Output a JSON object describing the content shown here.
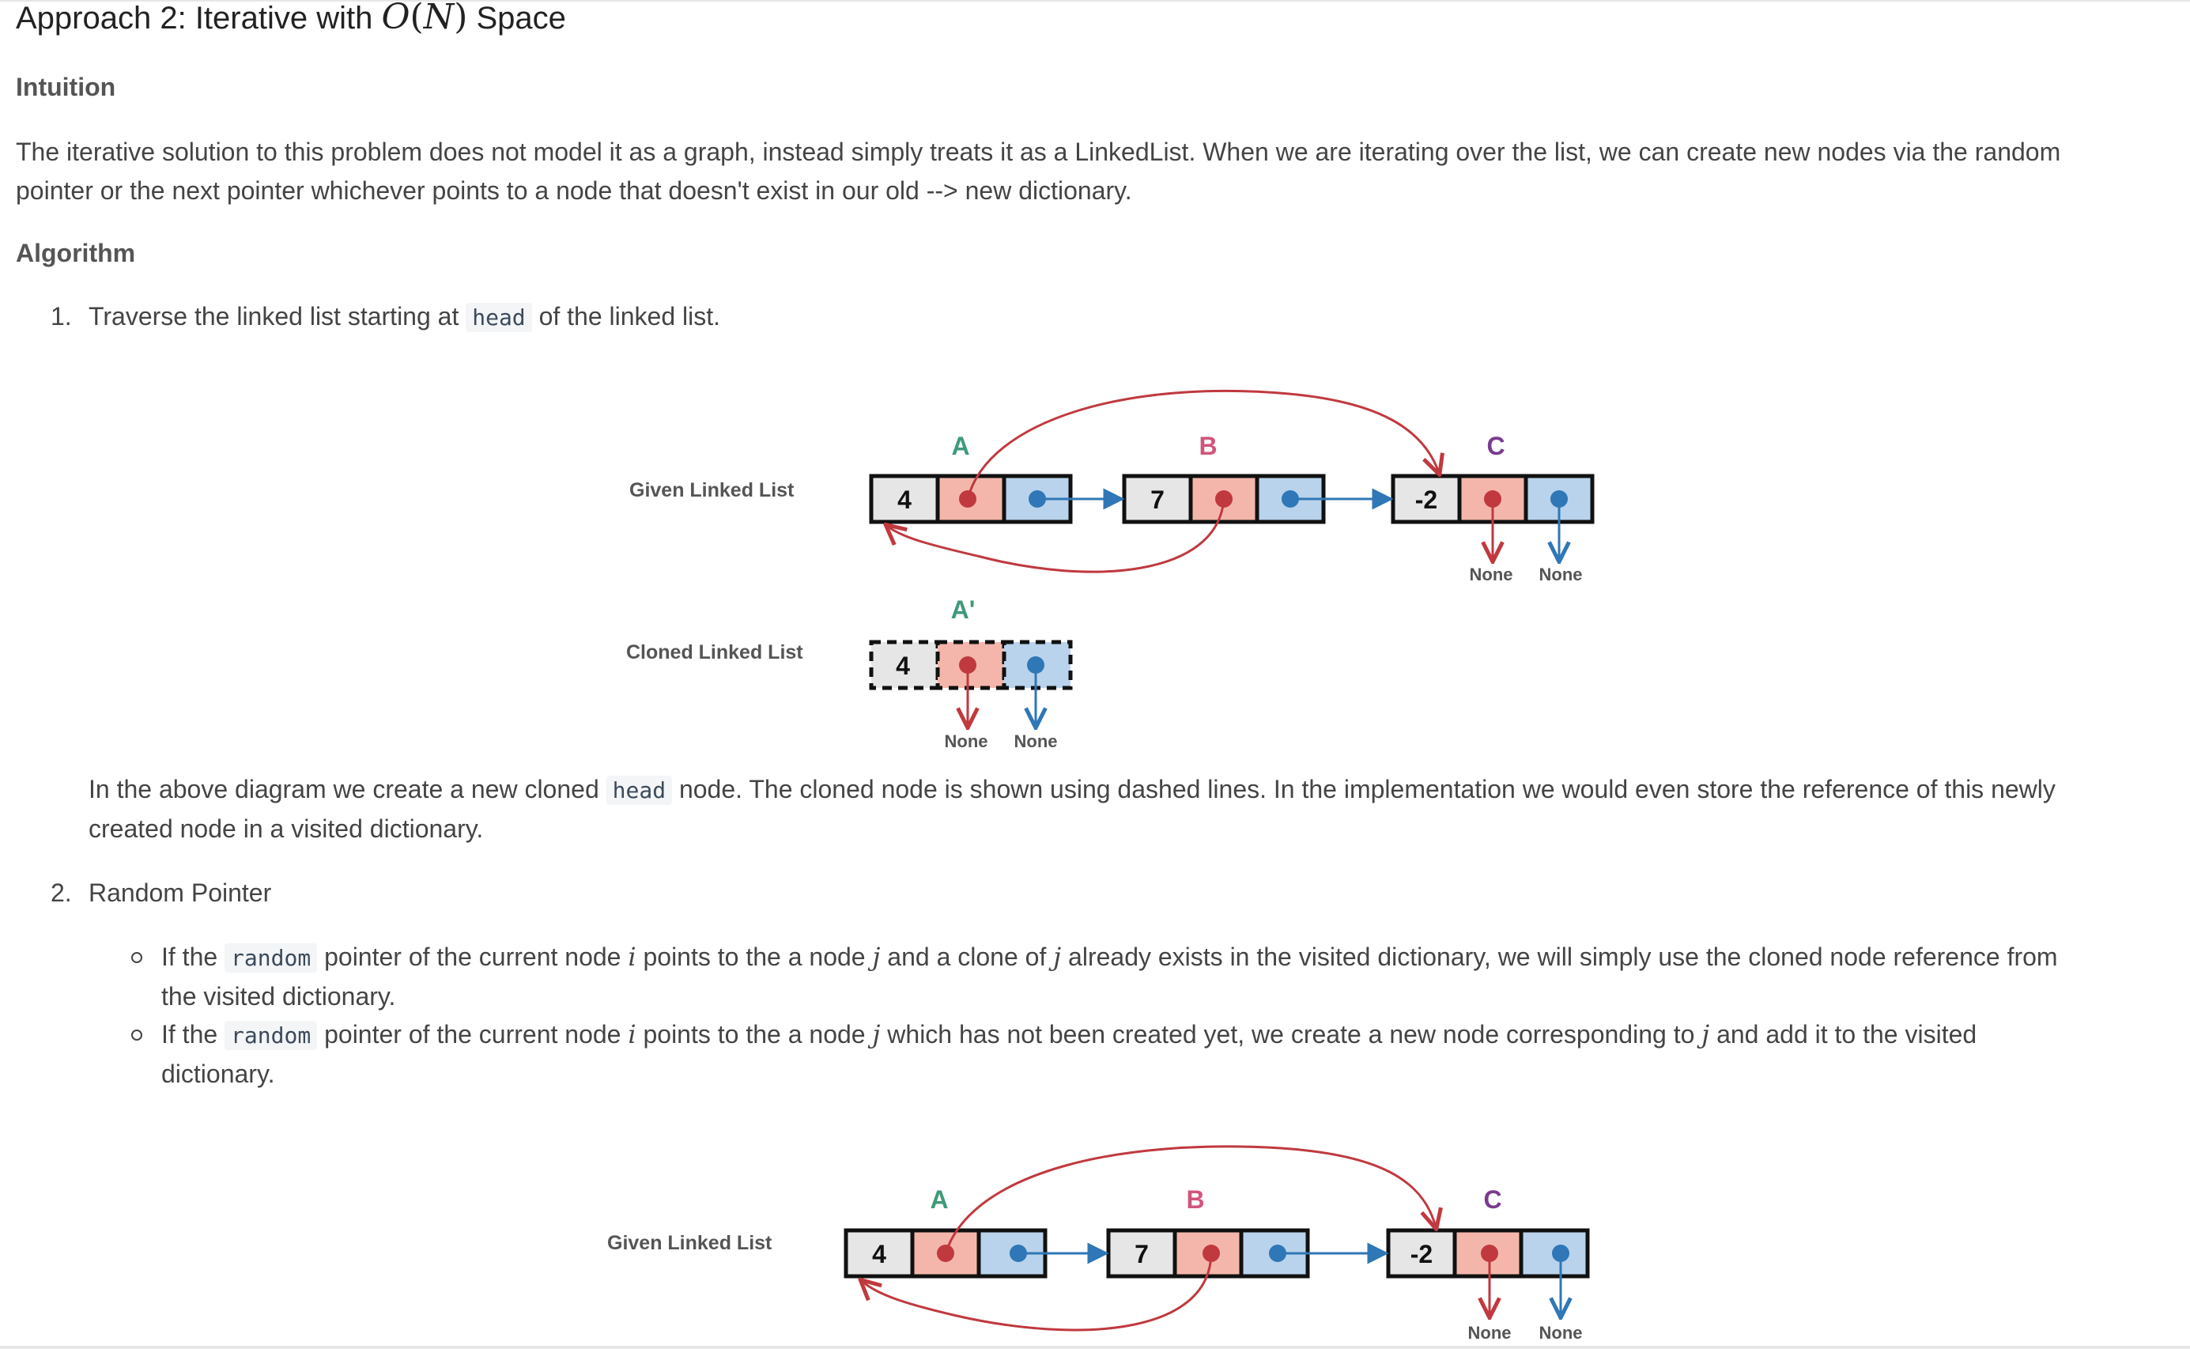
{
  "title": {
    "prefix": "Approach 2: Iterative with ",
    "math_O": "O",
    "math_open": "(",
    "math_N": "N",
    "math_close": ")",
    "suffix": " Space"
  },
  "intuition": {
    "heading": "Intuition",
    "line1": "The iterative solution to this problem does not model it as a graph, instead simply treats it as a LinkedList. When we are iterating over the list, we can create new nodes via the random",
    "line2": "pointer or the next pointer whichever points to a node that doesn't exist in our old --> new dictionary."
  },
  "algorithm": {
    "heading": "Algorithm",
    "step1": {
      "num": "1.",
      "before": "Traverse the linked list starting at ",
      "code": "head",
      "after": " of the linked list."
    },
    "caption1": {
      "line1_before": "In the above diagram we create a new cloned ",
      "line1_code": "head",
      "line1_after": " node. The cloned node is shown using dashed lines. In the implementation we would even store the reference of this newly",
      "line2": "created node in a visited dictionary."
    },
    "step2": {
      "num": "2.",
      "text": "Random Pointer",
      "bullet1": {
        "t1": "If the ",
        "code": "random",
        "t2": " pointer of the current node ",
        "i": "i",
        "t3": " points to the a node ",
        "j": "j",
        "t4": " and a clone of ",
        "j2": "j",
        "t5": " already exists in the visited dictionary, we will simply use the cloned node reference from",
        "line2": "the visited dictionary."
      },
      "bullet2": {
        "t1": "If the ",
        "code": "random",
        "t2": " pointer of the current node ",
        "i": "i",
        "t3": " points to the a node ",
        "j": "j",
        "t4": " which has not been created yet, we create a new node corresponding to ",
        "j2": "j",
        "t5": " and add it to the visited",
        "line2": "dictionary."
      }
    }
  },
  "diagram1": {
    "given_label": "Given Linked List",
    "cloned_label": "Cloned Linked List",
    "nodes": [
      {
        "name": "A",
        "value": "4"
      },
      {
        "name": "B",
        "value": "7"
      },
      {
        "name": "C",
        "value": "-2"
      }
    ],
    "clone": {
      "name": "A'",
      "value": "4"
    },
    "none_label": "None"
  },
  "diagram2": {
    "given_label": "Given Linked List",
    "nodes": [
      {
        "name": "A",
        "value": "4"
      },
      {
        "name": "B",
        "value": "7"
      },
      {
        "name": "C",
        "value": "-2"
      }
    ],
    "none_label": "None"
  },
  "colors": {
    "value_cell": "#e6e6e6",
    "random_cell": "#f4b6ab",
    "next_cell": "#b9d3ec",
    "random_ptr": "#c0393f",
    "next_ptr": "#2f77b6",
    "label_A": "#3f9a78",
    "label_B": "#d0557a",
    "label_C": "#7a3a8e"
  }
}
